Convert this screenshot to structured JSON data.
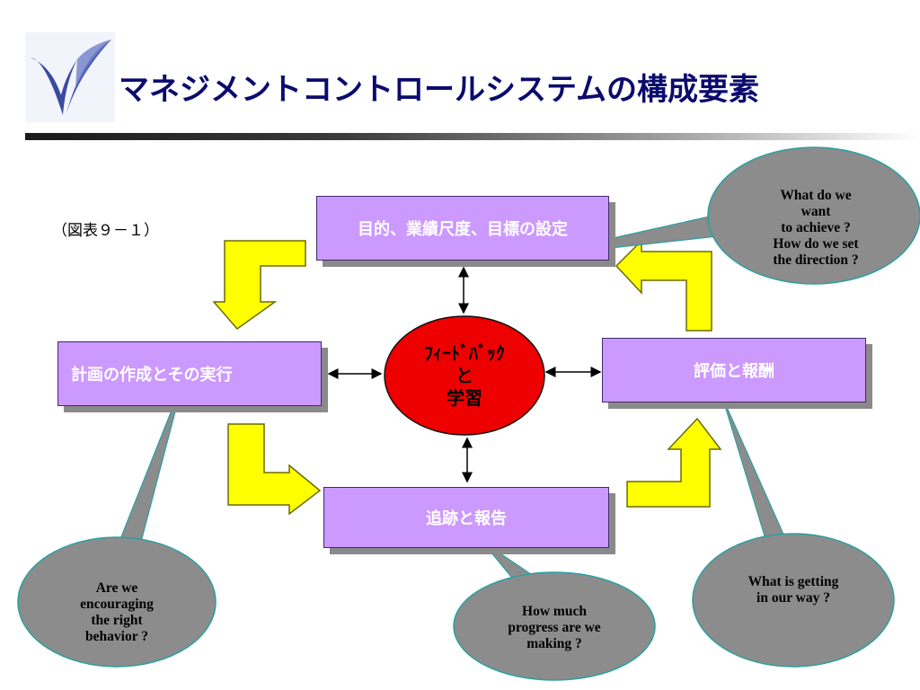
{
  "title": "マネジメントコントロールシステムの構成要素",
  "figure_label": "（図表９－１）",
  "boxes": {
    "top": "目的、業績尺度、目標の設定",
    "left": "計画の作成とその実行",
    "right": "評価と報酬",
    "bottom": "追跡と報告"
  },
  "center": {
    "line1": "ﾌｨｰﾄﾞﾊﾞｯｸ",
    "line2": "と",
    "line3": "学習"
  },
  "callouts": {
    "top_right": [
      "What do we",
      "want",
      "to achieve ?",
      "How do we set",
      "the direction ?"
    ],
    "bottom_left": [
      "Are we",
      "encouraging",
      "the right",
      "behavior ?"
    ],
    "bottom_center": [
      "How much",
      "progress are we",
      "making ?"
    ],
    "bottom_right": [
      "What is getting",
      "in our way ?"
    ]
  },
  "colors": {
    "box_fill": "#cc99ff",
    "arrow_fill": "#ffff00",
    "center_fill": "#ee0000",
    "callout_fill": "#8c8c8c",
    "title_color": "#0b0b6e"
  }
}
